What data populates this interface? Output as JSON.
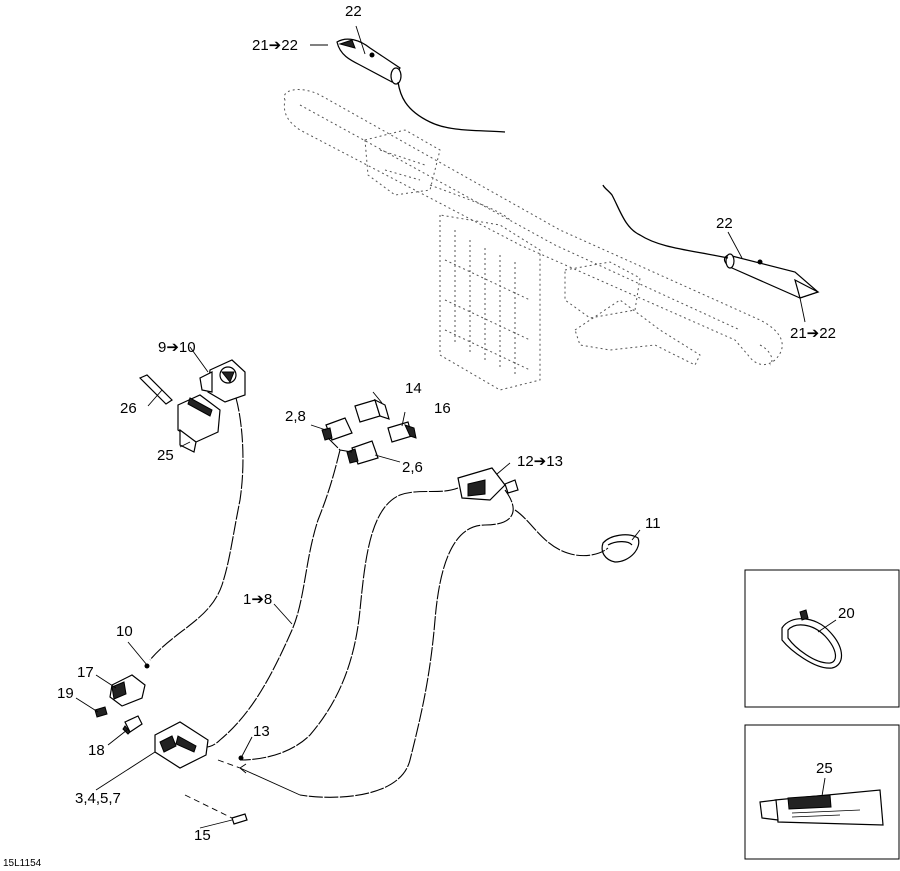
{
  "diagram": {
    "drawing_code": "15L1154",
    "callouts": {
      "c22_top": "22",
      "c21_22_top": "21➔22",
      "c22_right": "22",
      "c21_22_right": "21➔22",
      "c9_10": "9➔10",
      "c26": "26",
      "c25": "25",
      "c2_8": "2,8",
      "c14": "14",
      "c16": "16",
      "c2_6": "2,6",
      "c12_13": "12➔13",
      "c11": "11",
      "c1_8": "1➔8",
      "c10": "10",
      "c17": "17",
      "c19": "19",
      "c18": "18",
      "c13": "13",
      "c3_4_5_7": "3,4,5,7",
      "c15": "15",
      "c20": "20",
      "c25_box": "25"
    }
  }
}
